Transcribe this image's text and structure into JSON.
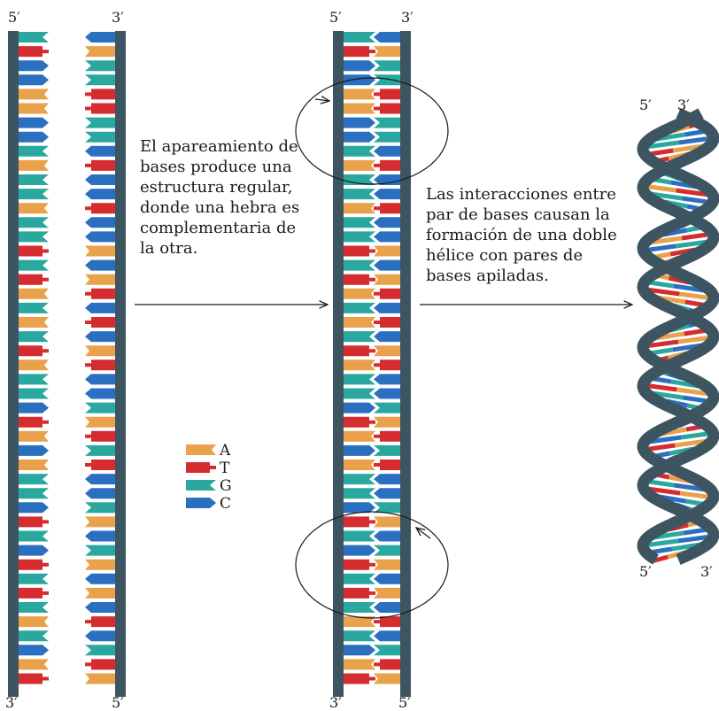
{
  "colors": {
    "A": "#e9a24b",
    "T": "#d42c2f",
    "G": "#2aa8a0",
    "C": "#2a6fc0",
    "backbone": "#3d5560",
    "backbone_edge": "#2b3a42"
  },
  "strand_sequence": "GTCCAACCGAGGAGGTGTAGAGTAGGCTACAGGCTGCTGTGAGCAT",
  "captions": {
    "pairing": [
      "El apareamiento de",
      "bases produce una",
      "estructura regular,",
      "donde una hebra es",
      "complementaria de",
      "la otra."
    ],
    "helix": [
      "Las interacciones entre",
      "par de bases causan la",
      "formación de una doble",
      "hélice con pares de",
      "bases apiladas."
    ]
  },
  "legend": [
    {
      "base": "A",
      "label": "A"
    },
    {
      "base": "T",
      "label": "T"
    },
    {
      "base": "G",
      "label": "G"
    },
    {
      "base": "C",
      "label": "C"
    }
  ],
  "end_labels": {
    "five_prime": "5′",
    "three_prime": "3′"
  }
}
